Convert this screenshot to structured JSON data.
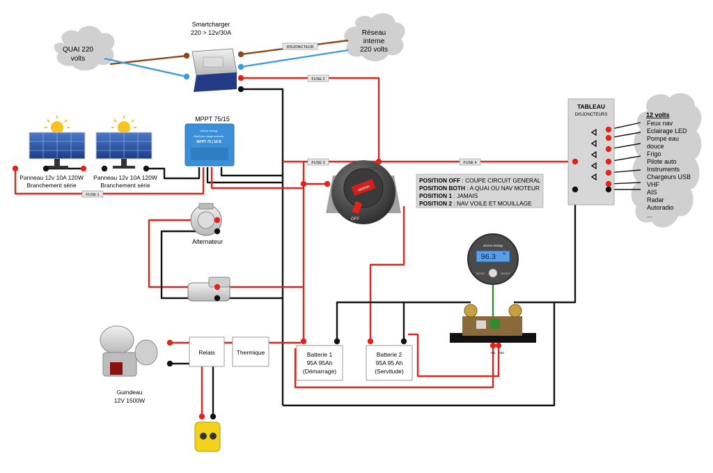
{
  "labels": {
    "quai": [
      "QUAI 220",
      "volts"
    ],
    "smartcharger": [
      "Smartcharger",
      "220 > 12v/30A"
    ],
    "disjoncteur": "DISJONCTEUR",
    "reseau": [
      "Réseau",
      "interne",
      "220 volts"
    ],
    "fuse1": "FUSE 1",
    "fuse2": "FUSE 2",
    "fuse3": "FUSE 3",
    "fuse4": "FUSE 4",
    "mppt_title": "MPPT 75/15",
    "mppt_brand": "victron energy",
    "mppt_line1": "BlueSolar charge controller",
    "mppt_line2": "MPPT 75 | 15 B",
    "panel1": [
      "Panneau 12v 10A 120W",
      "Branchement série"
    ],
    "panel2": [
      "Panneau 12v 10A 120W",
      "Branchement série"
    ],
    "alternateur": "Alternateur",
    "switch_on": "BOTH",
    "switch_off": "OFF",
    "switch_brand": "victron",
    "batterie1": [
      "Batterie 1",
      "95A 95Ah",
      "(Démarrage)"
    ],
    "batterie2": [
      "Batterie 2",
      "95A 95 Ah",
      "(Servitude)"
    ],
    "relais": "Relais",
    "thermique": "Thermique",
    "guindeau": [
      "Guindeau",
      "12V 1500W"
    ],
    "monitor_brand": "victron energy",
    "monitor_value": "96.3",
    "monitor_unit": "%",
    "monitor_setup": "SETUP",
    "monitor_select": "SELECT",
    "shunt_labels": [
      "+B1",
      "+B2"
    ],
    "tableau_title": "TABLEAU",
    "tableau_sub": "DISJONCTEURS",
    "volts_title": "12 volts",
    "circuits": [
      "Feux nav",
      "Eclairage LED",
      "Pompe eau",
      "douce",
      "Frigo",
      "Pilote auto",
      "Instruments",
      "Chargeurs USB",
      "VHF",
      "AIS",
      "Radar",
      "Autoradio",
      "..."
    ],
    "positions": [
      {
        "key": "POSITION OFF",
        "text": " : COUPE CIRCUIT GENERAL"
      },
      {
        "key": "POSITION BOTH",
        "text": " : A QUAI OU NAV MOTEUR"
      },
      {
        "key": "POSITION 1",
        "text": " : JAMAIS"
      },
      {
        "key": "POSITION 2",
        "text": " : NAV VOILE ET MOUILLAGE"
      }
    ]
  },
  "colors": {
    "red": "#e2231a",
    "black": "#111111",
    "brown": "#8b4a1c",
    "blue": "#3d9be0",
    "green": "#2e8b2e",
    "cloud": "#d0d0d0",
    "box_border": "#999999"
  }
}
